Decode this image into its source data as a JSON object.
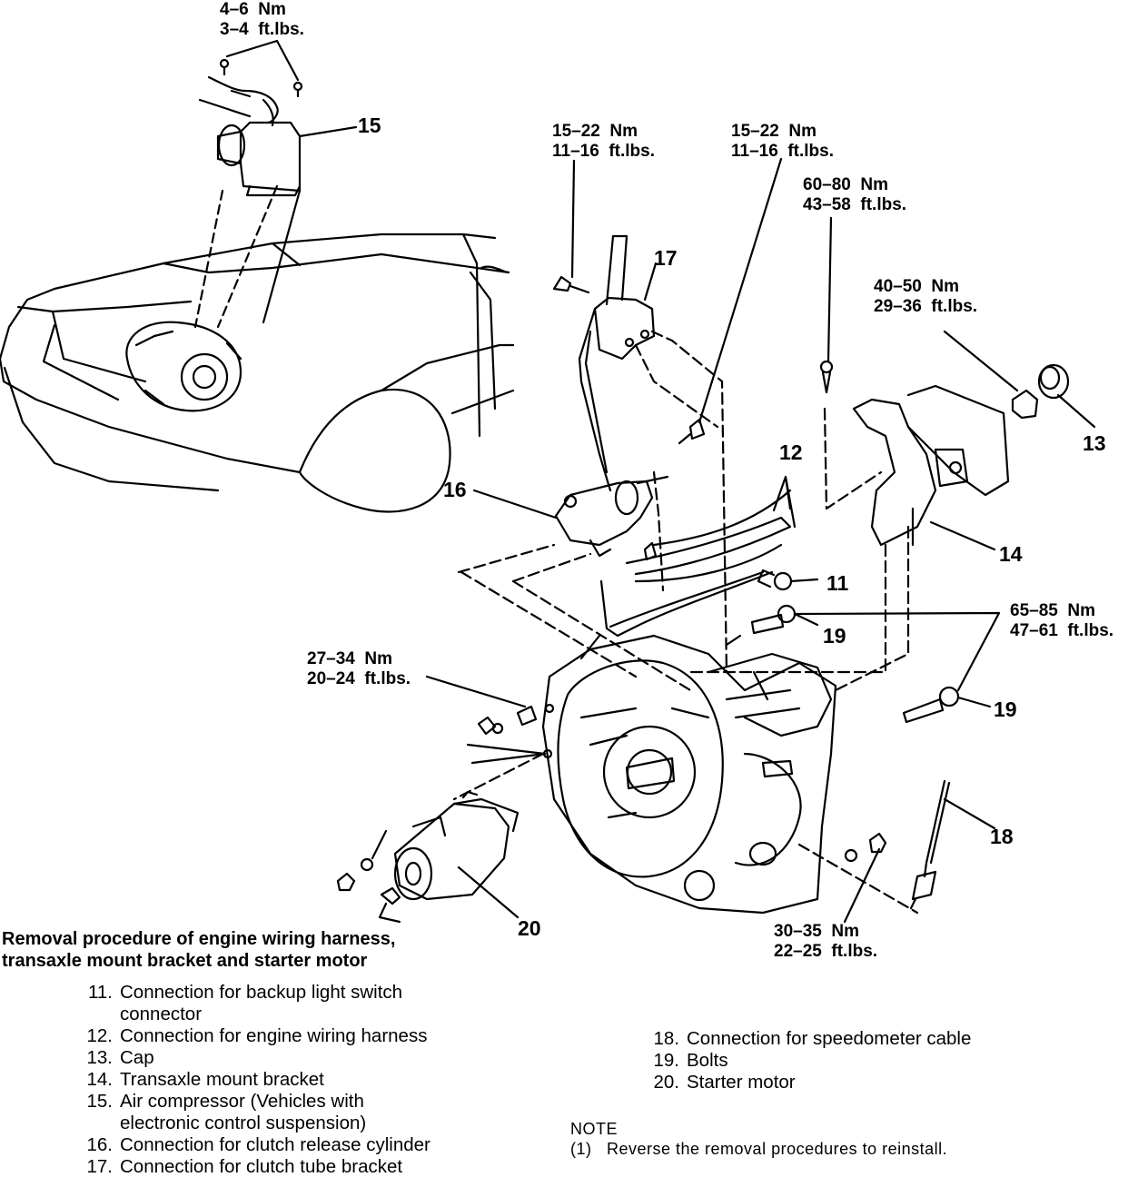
{
  "torque_specs": {
    "air_compressor_bolts": {
      "nm": "4–6  Nm",
      "ftlbs": "3–4  ft.lbs."
    },
    "clutch_tube_bracket_bolt": {
      "nm": "15–22  Nm",
      "ftlbs": "11–16  ft.lbs."
    },
    "clutch_release_cylinder_bolt": {
      "nm": "15–22  Nm",
      "ftlbs": "11–16  ft.lbs."
    },
    "mount_bracket_bolt": {
      "nm": "60–80  Nm",
      "ftlbs": "43–58  ft.lbs."
    },
    "mount_nut": {
      "nm": "40–50  Nm",
      "ftlbs": "29–36  ft.lbs."
    },
    "bolts_19": {
      "nm": "65–85  Nm",
      "ftlbs": "47–61  ft.lbs."
    },
    "starter_bolt": {
      "nm": "27–34  Nm",
      "ftlbs": "20–24  ft.lbs."
    },
    "speedometer_bolt": {
      "nm": "30–35  Nm",
      "ftlbs": "22–25  ft.lbs."
    }
  },
  "callouts": {
    "c11": "11",
    "c12": "12",
    "c13": "13",
    "c14": "14",
    "c15": "15",
    "c16": "16",
    "c17": "17",
    "c18": "18",
    "c19a": "19",
    "c19b": "19",
    "c20": "20"
  },
  "caption": {
    "title_line1": "Removal procedure of engine wiring harness,",
    "title_line2": "transaxle mount bracket and starter motor"
  },
  "legend_left": [
    {
      "num": "11.",
      "text": "Connection for backup light switch connector"
    },
    {
      "num": "12.",
      "text": "Connection for engine wiring harness"
    },
    {
      "num": "13.",
      "text": "Cap"
    },
    {
      "num": "14.",
      "text": "Transaxle mount bracket"
    },
    {
      "num": "15.",
      "text": "Air compressor (Vehicles with electronic control suspension)"
    },
    {
      "num": "16.",
      "text": "Connection for clutch release cylinder"
    },
    {
      "num": "17.",
      "text": "Connection for clutch tube bracket"
    }
  ],
  "legend_right": [
    {
      "num": "18.",
      "text": "Connection for speedometer cable"
    },
    {
      "num": "19.",
      "text": "Bolts"
    },
    {
      "num": "20.",
      "text": "Starter motor"
    }
  ],
  "note": {
    "heading": "NOTE",
    "items": [
      {
        "num": "(1)",
        "text": "Reverse the removal procedures to reinstall."
      }
    ]
  }
}
